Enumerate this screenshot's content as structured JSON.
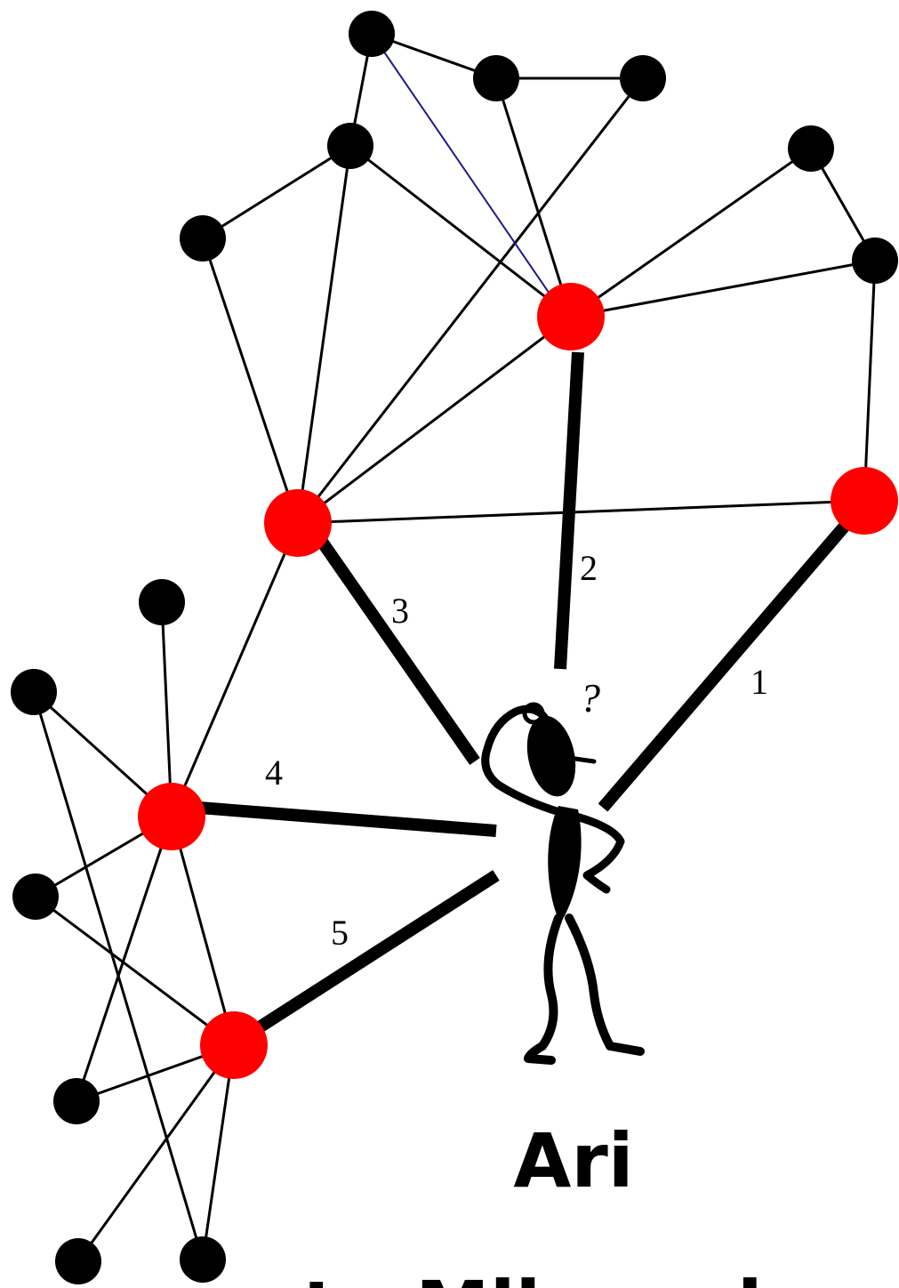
{
  "colors": {
    "node": "#000000",
    "highlight_node": "#ff0000",
    "special_edge": "#1c1c8c"
  },
  "connection_labels": [
    "1",
    "2",
    "3",
    "4",
    "5"
  ],
  "question_mark": "?",
  "person": {
    "name": "Ari",
    "icon": "thinking-stick-figure-icon"
  },
  "bottom_text": "to Mike, who"
}
